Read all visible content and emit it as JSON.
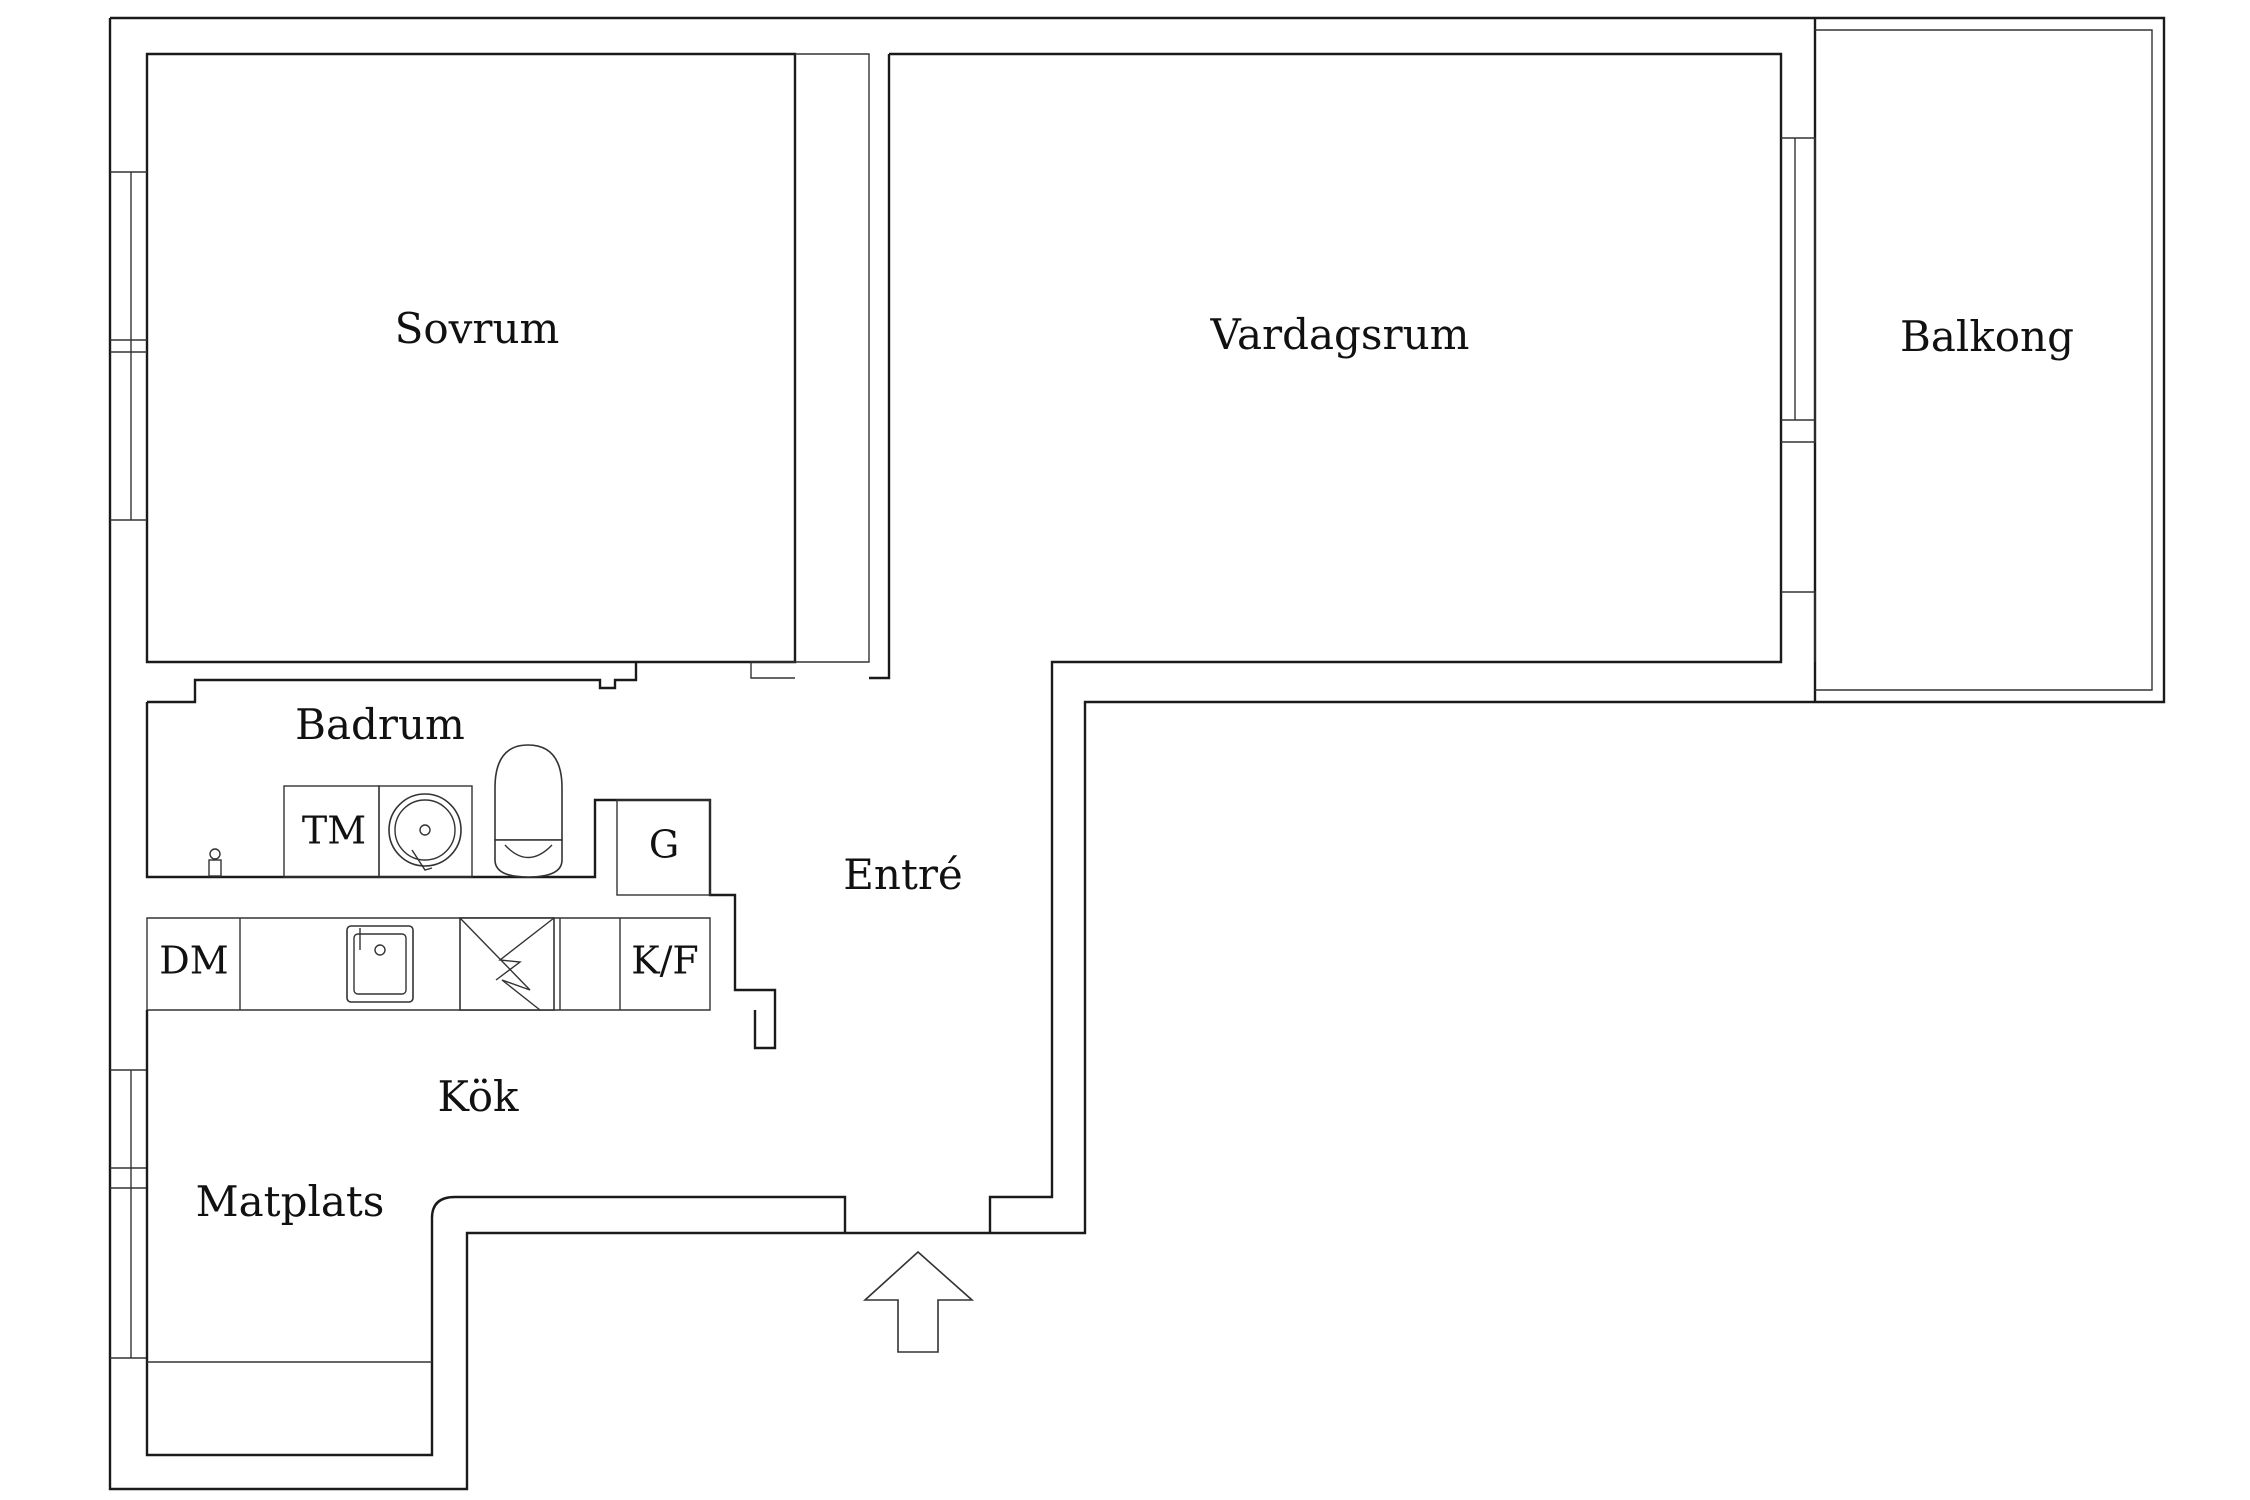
{
  "rooms": {
    "sovrum": "Sovrum",
    "vardagsrum": "Vardagsrum",
    "balkong": "Balkong",
    "badrum": "Badrum",
    "entre": "Entré",
    "kok": "Kök",
    "matplats": "Matplats"
  },
  "fixtures": {
    "tm": "TM",
    "g": "G",
    "dm": "DM",
    "kf": "K/F"
  },
  "icons": {
    "entrance": "entrance-arrow-icon",
    "toilet": "toilet-icon",
    "basin": "washbasin-icon",
    "sink": "kitchen-sink-icon",
    "stove": "stove-icon",
    "drain": "floor-drain-icon"
  },
  "colors": {
    "line": "#1a1a1a",
    "background": "#ffffff"
  }
}
